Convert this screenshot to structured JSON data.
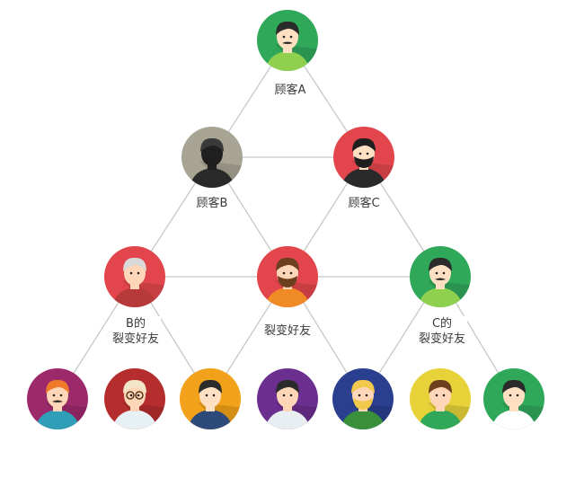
{
  "nodes": [
    {
      "id": "a",
      "bg": "#2fa85a",
      "skin": "#ffe0c2",
      "hair": "#2b2b2b",
      "shirt": "#8fd14f",
      "beard": "mustache",
      "icon": "customer-a-avatar-icon"
    },
    {
      "id": "b",
      "bg": "#a8a493",
      "skin": "#1f1f1f",
      "hair": "#3a3a3a",
      "shirt": "#2a2a2a",
      "beard": "none",
      "icon": "customer-b-avatar-icon"
    },
    {
      "id": "c",
      "bg": "#e2464c",
      "skin": "#ffe0c2",
      "hair": "#1f1f1f",
      "shirt": "#2a2a2a",
      "beard": "beard",
      "icon": "customer-c-avatar-icon"
    },
    {
      "id": "bf",
      "bg": "#e2464c",
      "skin": "#ffd6b8",
      "hair": "#d9d9d9",
      "shirt": "#b73a3a",
      "beard": "none",
      "icon": "b-friend-avatar-icon"
    },
    {
      "id": "mf",
      "bg": "#e2464c",
      "skin": "#ffd6b8",
      "hair": "#6e3f1f",
      "shirt": "#f08a24",
      "beard": "beard",
      "icon": "fission-friend-avatar-icon"
    },
    {
      "id": "cf",
      "bg": "#2fa85a",
      "skin": "#ffe0c2",
      "hair": "#2b2b2b",
      "shirt": "#8fd14f",
      "beard": "mustache",
      "icon": "c-friend-avatar-icon"
    },
    {
      "id": "l1",
      "bg": "#9c2a6b",
      "skin": "#ffd6b8",
      "hair": "#f07a2a",
      "shirt": "#2f9fb8",
      "beard": "mustache",
      "icon": "friend-1-avatar-icon"
    },
    {
      "id": "l2",
      "bg": "#b52d2d",
      "skin": "#ffd6b8",
      "hair": "#f2e6c9",
      "shirt": "#e6f0f5",
      "beard": "glasses",
      "icon": "friend-2-avatar-icon"
    },
    {
      "id": "l3",
      "bg": "#f2a21a",
      "skin": "#ffe0c2",
      "hair": "#2b2b2b",
      "shirt": "#2e4a7a",
      "beard": "none",
      "icon": "friend-3-avatar-icon"
    },
    {
      "id": "l4",
      "bg": "#6b2f8f",
      "skin": "#ffd6b8",
      "hair": "#2b2b2b",
      "shirt": "#e8eef2",
      "beard": "none",
      "icon": "friend-4-avatar-icon"
    },
    {
      "id": "l5",
      "bg": "#2a3f8f",
      "skin": "#ffd6b8",
      "hair": "#f2c94c",
      "shirt": "#3a8f3a",
      "beard": "beard",
      "icon": "friend-5-avatar-icon"
    },
    {
      "id": "l6",
      "bg": "#e8d23a",
      "skin": "#ffd6b8",
      "hair": "#6e3f1f",
      "shirt": "#2fa85a",
      "beard": "none",
      "icon": "friend-6-avatar-icon"
    },
    {
      "id": "l7",
      "bg": "#2fa85a",
      "skin": "#ffe0c2",
      "hair": "#2b2b2b",
      "shirt": "#ffffff",
      "beard": "none",
      "icon": "friend-7-avatar-icon"
    }
  ],
  "labels": {
    "customer_a": "顾客A",
    "customer_b": "顾客B",
    "customer_c": "顾客C",
    "b_friend": [
      "B的",
      "裂变好友"
    ],
    "fission_friend": "裂变好友",
    "c_friend": [
      "C的",
      "裂变好友"
    ]
  },
  "colors": {
    "line": "#c8c8c8",
    "text": "#3a3a3a"
  }
}
